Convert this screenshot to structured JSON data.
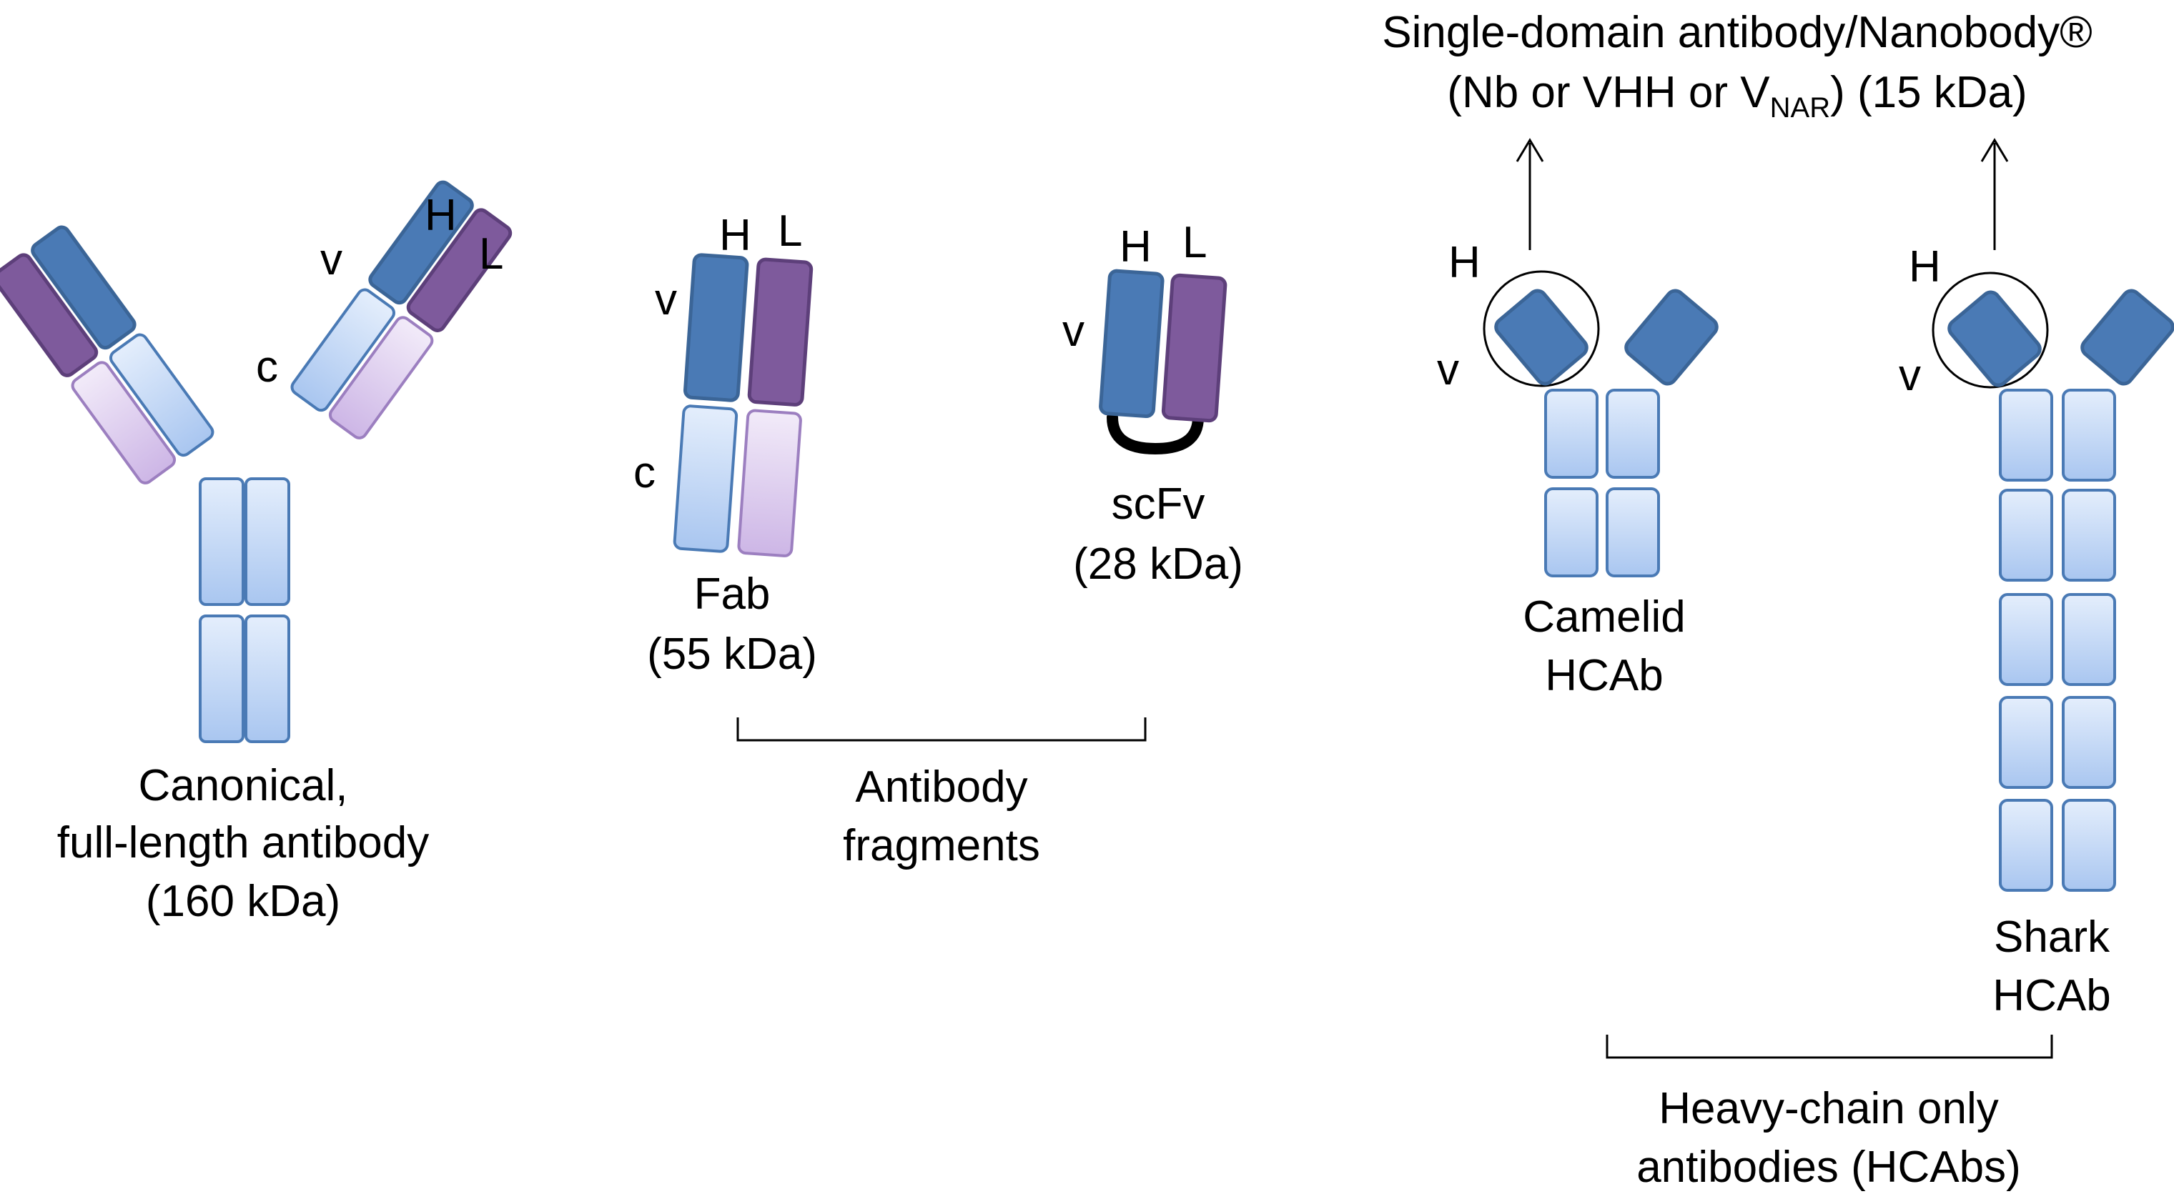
{
  "colors": {
    "heavy_variable": "#4a7ab5",
    "light_variable": "#7e5a9c",
    "heavy_constant": "#a9c6f0",
    "light_constant": "#d4c0ea",
    "outline_blue": "#3b6597",
    "outline_purple": "#5d3f7a",
    "linker": "#000000"
  },
  "canonical": {
    "letter_v": "v",
    "letter_h": "H",
    "letter_l": "L",
    "letter_c": "c",
    "caption_line1": "Canonical,",
    "caption_line2": "full-length antibody",
    "caption_line3": "(160 kDa)"
  },
  "fab": {
    "letter_v": "v",
    "letter_h": "H",
    "letter_l": "L",
    "letter_c": "c",
    "caption_line1": "Fab",
    "caption_line2": "(55 kDa)"
  },
  "scfv": {
    "letter_v": "v",
    "letter_h": "H",
    "letter_l": "L",
    "caption_line1": "scFv",
    "caption_line2": "(28 kDa)"
  },
  "fragments_group": {
    "line1": "Antibody",
    "line2": "fragments"
  },
  "camelid": {
    "letter_h": "H",
    "letter_v": "v",
    "caption_line1": "Camelid",
    "caption_line2": "HCAb"
  },
  "shark": {
    "letter_h": "H",
    "letter_v": "v",
    "caption_line1": "Shark",
    "caption_line2": "HCAb"
  },
  "hcab_group": {
    "line1": "Heavy-chain only",
    "line2": "antibodies (HCAbs)"
  },
  "nanobody_title": {
    "line1": "Single-domain antibody/Nanobody®",
    "line2_a": "(Nb or VHH or V",
    "line2_sub": "NAR",
    "line2_b": ") (15 kDa)"
  }
}
